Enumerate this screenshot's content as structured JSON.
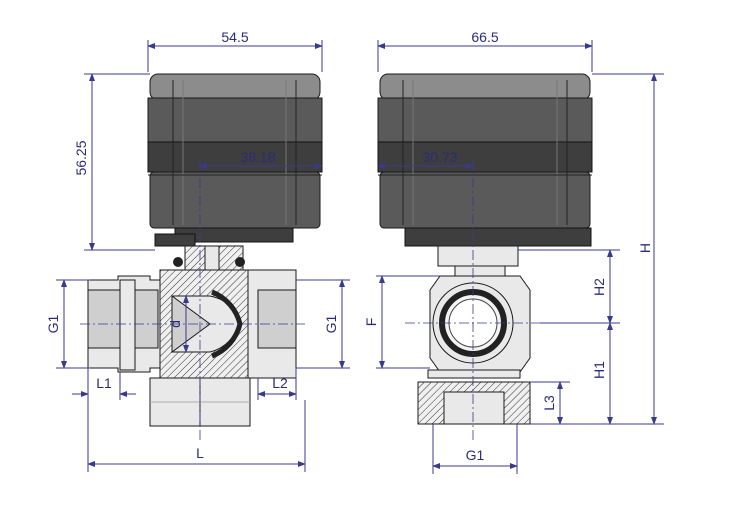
{
  "dimensions": {
    "front_width": "54.5",
    "side_width": "66.5",
    "actuator_height": "56.25",
    "front_offset": "38.18",
    "side_offset": "30.73",
    "H": "H",
    "H1": "H1",
    "H2": "H2",
    "L": "L",
    "L1": "L1",
    "L2": "L2",
    "L3": "L3",
    "F": "F",
    "d": "d",
    "G1_left": "G1",
    "G1_front_right": "G1",
    "G1_side_bottom": "G1"
  },
  "colors": {
    "dimension": "#2b2b7a",
    "actuator": "#4a4a4a",
    "metal": "#e9e9e9"
  }
}
